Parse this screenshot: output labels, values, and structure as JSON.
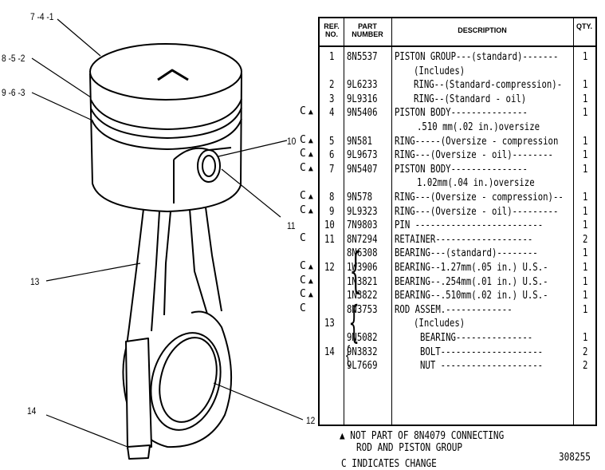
{
  "callouts": {
    "c1": "7 -4 -1",
    "c2": "8 -5 -2",
    "c3": "9 -6 -3",
    "c10": "10",
    "c11": "11",
    "c13": "13",
    "c14": "14",
    "c12": "12"
  },
  "table": {
    "headers": {
      "ref_line1": "REF.",
      "ref_line2": "NO.",
      "part_line1": "PART",
      "part_line2": "NUMBER",
      "description": "DESCRIPTION",
      "qty": "QTY."
    },
    "rows": [
      {
        "change": "",
        "flag": "",
        "ref": "1",
        "part": "8N5537",
        "desc": "PISTON GROUP---(standard)-------",
        "qty": "1"
      },
      {
        "change": "",
        "flag": "",
        "ref": "",
        "part": "",
        "desc": "(Includes)",
        "qty": ""
      },
      {
        "change": "",
        "flag": "",
        "ref": "2",
        "part": "9L6233",
        "desc": "RING--(Standard-compression)-",
        "qty": "1"
      },
      {
        "change": "",
        "flag": "",
        "ref": "3",
        "part": "9L9316",
        "desc": "RING--(Standard - oil)",
        "qty": "1"
      },
      {
        "change": "C",
        "flag": "▲",
        "ref": "4",
        "part": "9N5406",
        "desc": "PISTON BODY---------------",
        "qty": "1"
      },
      {
        "change": "",
        "flag": "",
        "ref": "",
        "part": "",
        "desc": ".510 mm(.02 in.)oversize",
        "qty": ""
      },
      {
        "change": "C",
        "flag": "▲",
        "ref": "5",
        "part": "9N581",
        "desc": "RING-----(Oversize - compression",
        "qty": "1"
      },
      {
        "change": "C",
        "flag": "▲",
        "ref": "6",
        "part": "9L9673",
        "desc": "RING---(Oversize - oil)--------",
        "qty": "1"
      },
      {
        "change": "C",
        "flag": "▲",
        "ref": "7",
        "part": "9N5407",
        "desc": "PISTON BODY---------------",
        "qty": "1"
      },
      {
        "change": "",
        "flag": "",
        "ref": "",
        "part": "",
        "desc": "1.02mm(.04 in.)oversize",
        "qty": ""
      },
      {
        "change": "C",
        "flag": "▲",
        "ref": "8",
        "part": "9N578",
        "desc": "RING---(Oversize - compression)--",
        "qty": "1"
      },
      {
        "change": "C",
        "flag": "▲",
        "ref": "9",
        "part": "9L9323",
        "desc": "RING---(Oversize - oil)---------",
        "qty": "1"
      },
      {
        "change": "",
        "flag": "",
        "ref": "10",
        "part": "7N9803",
        "desc": "PIN -------------------------",
        "qty": "1"
      },
      {
        "change": "C",
        "flag": "",
        "ref": "11",
        "part": "8N7294",
        "desc": "RETAINER-------------------",
        "qty": "2"
      },
      {
        "change": "",
        "flag": "",
        "ref": "",
        "part": "8N6308",
        "desc": "BEARING---(standard)--------",
        "qty": "1"
      },
      {
        "change": "C",
        "flag": "▲",
        "ref": "12",
        "part": "1W3906",
        "desc": "BEARING--1.27mm(.05 in.) U.S.-",
        "qty": "1"
      },
      {
        "change": "C",
        "flag": "▲",
        "ref": "",
        "part": "1N3821",
        "desc": "BEARING--.254mm(.01 in.) U.S.-",
        "qty": "1"
      },
      {
        "change": "C",
        "flag": "▲",
        "ref": "",
        "part": "1N3822",
        "desc": "BEARING--.510mm(.02 in.) U.S.-",
        "qty": "1"
      },
      {
        "change": "C",
        "flag": "",
        "ref": "",
        "part": "8N3753",
        "desc": "ROD ASSEM.-------------",
        "qty": "1"
      },
      {
        "change": "",
        "flag": "",
        "ref": "13",
        "part": "",
        "desc": "(Includes)",
        "qty": ""
      },
      {
        "change": "",
        "flag": "",
        "ref": "",
        "part": "9N5082",
        "desc": "BEARING---------------",
        "qty": "1"
      },
      {
        "change": "",
        "flag": "",
        "ref": "14",
        "part": "9N3832",
        "desc": "BOLT--------------------",
        "qty": "2"
      },
      {
        "change": "",
        "flag": "",
        "ref": "",
        "part": "9L7669",
        "desc": "NUT --------------------",
        "qty": "2"
      }
    ]
  },
  "notes": {
    "triangle": "▲",
    "line1": "NOT PART OF 8N4079 CONNECTING",
    "line2": "ROD AND PISTON GROUP",
    "line3": "C INDICATES CHANGE",
    "figure_number": "308255"
  }
}
